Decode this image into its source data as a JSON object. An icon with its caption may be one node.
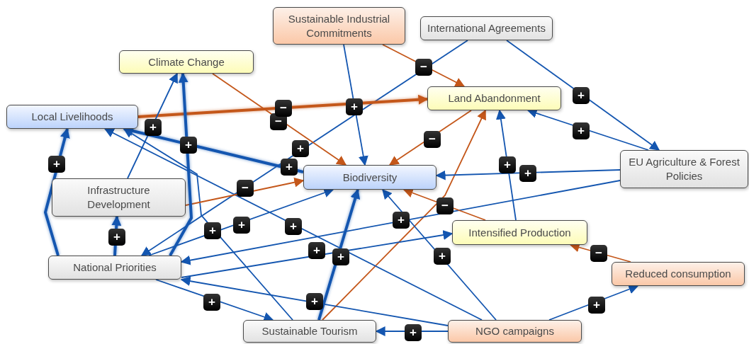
{
  "diagram": {
    "nodes": [
      {
        "text": [
          "Sustainable Industrial Commitments"
        ]
      },
      {
        "text": [
          "International Agreements"
        ]
      },
      {
        "text": [
          "Climate Change"
        ]
      },
      {
        "text": [
          "Land Abandonment"
        ]
      },
      {
        "text": [
          "Local Livelihoods"
        ]
      },
      {
        "text": [
          "Biodiversity"
        ]
      },
      {
        "text": [
          "EU Agriculture & Forest Policies"
        ]
      },
      {
        "text": [
          "Infrastructure Development"
        ]
      },
      {
        "text": [
          "Intensified Production"
        ]
      },
      {
        "text": [
          "National Priorities"
        ]
      },
      {
        "text": [
          "Reduced consumption"
        ]
      },
      {
        "text": [
          "Sustainable Tourism"
        ]
      },
      {
        "text": [
          "NGO campaigns"
        ]
      }
    ],
    "edges": [
      {
        "from": 0,
        "to": 3,
        "arrow": "to",
        "label": "−",
        "color": "#c4571a"
      },
      {
        "from": 0,
        "to": 5,
        "arrow": "to",
        "label": "+"
      },
      {
        "from": 1,
        "to": 9,
        "arrow": "to",
        "label": "+"
      },
      {
        "from": 1,
        "to": 6,
        "arrow": "to",
        "label": "+"
      },
      {
        "from": 6,
        "to": 3,
        "arrow": "to",
        "label": "+"
      },
      {
        "from": 3,
        "to": 5,
        "arrow": "to",
        "label": "−",
        "color": "#c4571a"
      },
      {
        "from": 11,
        "to": 3,
        "arrow": "to",
        "color": "#c4571a"
      },
      {
        "from": 8,
        "to": 3,
        "arrow": "to",
        "label": "+"
      },
      {
        "from": 6,
        "to": 5,
        "arrow": "to",
        "label": "+"
      },
      {
        "from": 6,
        "to": 9,
        "arrow": "to",
        "label": "+"
      },
      {
        "from": 9,
        "to": 8,
        "arrow": "to",
        "label": "+"
      },
      {
        "from": 8,
        "to": 5,
        "arrow": "to",
        "label": "−",
        "color": "#c4571a"
      },
      {
        "from": 12,
        "to": 5,
        "arrow": "to",
        "label": "+"
      },
      {
        "from": 12,
        "to": 10,
        "arrow": "to",
        "label": "+"
      },
      {
        "from": 10,
        "to": 8,
        "arrow": "to",
        "label": "−",
        "color": "#c4571a"
      },
      {
        "from": 12,
        "to": 11,
        "arrow": "to",
        "label": "+"
      },
      {
        "from": 12,
        "to": 9,
        "arrow": "to",
        "label": "+"
      },
      {
        "from": 12,
        "to": 4,
        "arrow": "to",
        "label": "+"
      },
      {
        "from": 9,
        "to": 11,
        "arrow": "to",
        "label": "+"
      },
      {
        "from": 9,
        "to": 5,
        "arrow": "to",
        "label": "+"
      },
      {
        "from": 11,
        "to": 4,
        "arrow": "to",
        "label": "+"
      },
      {
        "from": 9,
        "to": 7,
        "arrow": "to",
        "label": "+",
        "style": "thick"
      },
      {
        "from": 7,
        "to": 5,
        "arrow": "to",
        "label": "−",
        "color": "#c4571a"
      },
      {
        "from": 5,
        "to": 4,
        "arrow": "to",
        "label": "+",
        "style": "thick"
      },
      {
        "from": 2,
        "to": 5,
        "arrow": "to",
        "label": "−",
        "color": "#c4571a"
      },
      {
        "from": 4,
        "to": 3,
        "arrow": "to",
        "label": "−",
        "color": "#c4571a",
        "style": "thick"
      },
      {
        "from": 9,
        "to": 2,
        "arrow": "to",
        "label": "+",
        "style": "thick"
      },
      {
        "from": 7,
        "to": 2,
        "arrow": "to",
        "label": "+"
      },
      {
        "from": 9,
        "to": 4,
        "arrow": "to",
        "label": "+",
        "style": "thick"
      },
      {
        "from": 11,
        "to": 5,
        "arrow": "to",
        "label": "+",
        "style": "thick"
      }
    ]
  }
}
